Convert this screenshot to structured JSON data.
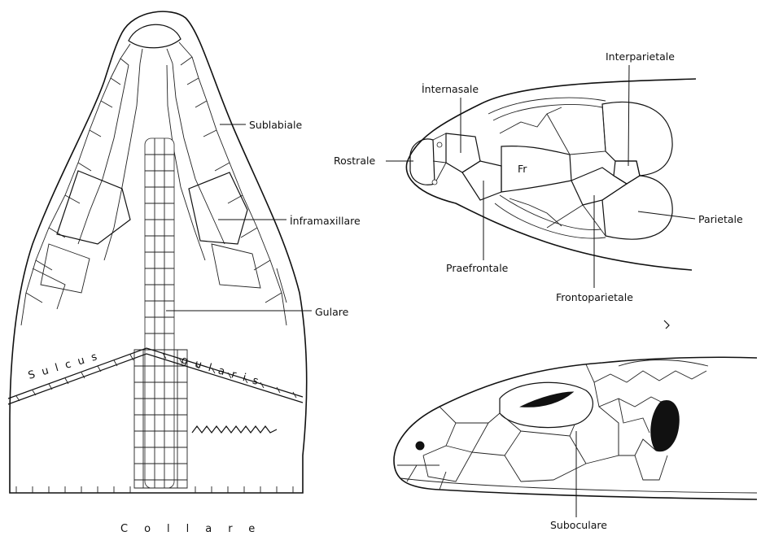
{
  "labels": {
    "sublabiale": "Sublabiale",
    "inframaxillare": "İnframaxillare",
    "gulare": "Gulare",
    "sulcus_left": "Sulcus",
    "sulcus_right": "gularis",
    "collare": "Collare",
    "internasale": "İnternasale",
    "interparietale": "Interparietale",
    "rostrale": "Rostrale",
    "fr": "Fr",
    "parietale": "Parietale",
    "praefrontale": "Praefrontale",
    "frontoparietale": "Frontoparietale",
    "suboculare": "Suboculare"
  },
  "views": {
    "ventral": "ventral-head-view",
    "dorsal": "dorsal-head-view",
    "lateral": "lateral-head-view"
  }
}
